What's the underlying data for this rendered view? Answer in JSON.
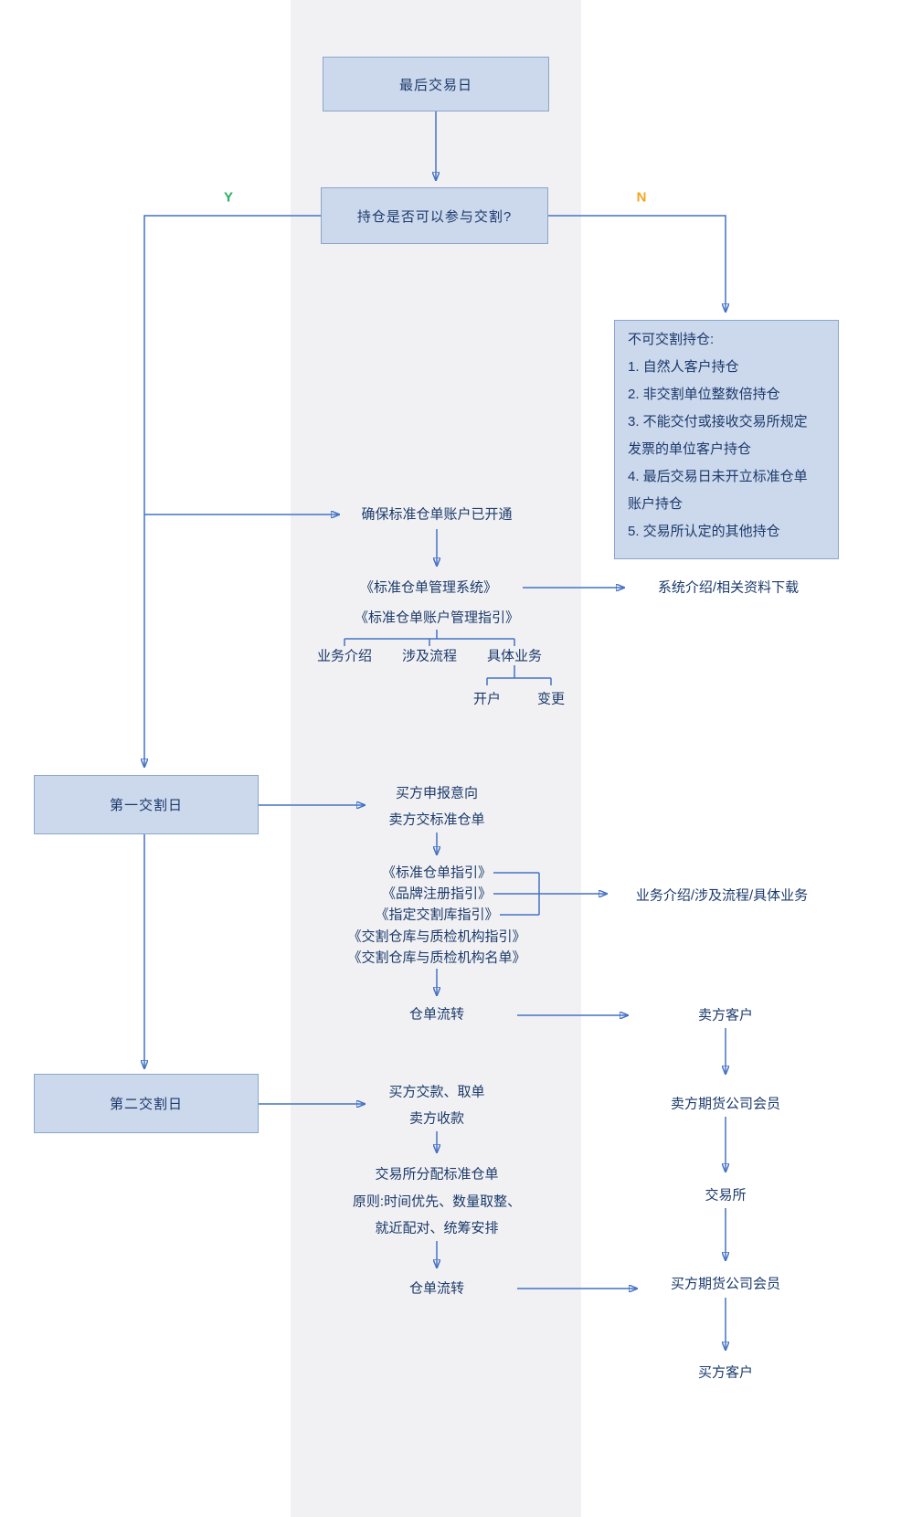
{
  "colors": {
    "accent_line": "#4472c4",
    "box_fill": "#ccd8ec",
    "box_border": "#8aa5cc",
    "text": "#1b3a6b",
    "yes_label": "#27ae60",
    "no_label": "#f2a51e",
    "band": "#f1f1f3"
  },
  "flow": {
    "last_trading_day": "最后交易日",
    "decision": "持仓是否可以参与交割?",
    "branch_yes": "Y",
    "branch_no": "N",
    "non_deliverable": {
      "title": "不可交割持仓:",
      "lines": [
        "1. 自然人客户持仓",
        "2. 非交割单位整数倍持仓",
        "3. 不能交付或接收交易所规定",
        "发票的单位客户持仓",
        "4. 最后交易日未开立标准仓单",
        "账户持仓",
        "5. 交易所认定的其他持仓"
      ]
    },
    "ensure_account": "确保标准仓单账户已开通",
    "warrant_system_doc": "《标准仓单管理系统》",
    "warrant_account_guide_doc": "《标准仓单账户管理指引》",
    "system_intro_link": "系统介绍/相关资料下载",
    "account_tree": {
      "items": [
        "业务介绍",
        "涉及流程",
        "具体业务"
      ],
      "sub_items": [
        "开户",
        "变更"
      ]
    },
    "first_delivery_day": "第一交割日",
    "buyer_declare": "买方申报意向",
    "seller_deliver_warrant": "卖方交标准仓单",
    "guideline_docs": [
      "《标准仓单指引》",
      "《品牌注册指引》",
      "《指定交割库指引》",
      "《交割仓库与质检机构指引》",
      "《交割仓库与质检机构名单》"
    ],
    "guides_link": "业务介绍/涉及流程/具体业务",
    "warrant_flow_first": "仓单流转",
    "seller_customer": "卖方客户",
    "second_delivery_day": "第二交割日",
    "buyer_pay": "买方交款、取单",
    "seller_collect": "卖方收款",
    "exchange_allocate": "交易所分配标准仓单",
    "allocate_principle_line1": "原则:时间优先、数量取整、",
    "allocate_principle_line2": "就近配对、统筹安排",
    "warrant_flow_second": "仓单流转",
    "seller_futures_member": "卖方期货公司会员",
    "exchange": "交易所",
    "buyer_futures_member": "买方期货公司会员",
    "buyer_customer": "买方客户"
  }
}
